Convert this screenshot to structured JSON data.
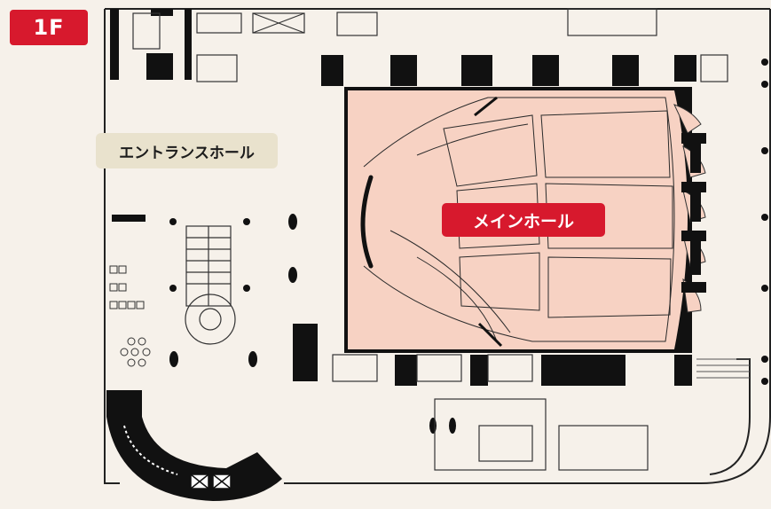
{
  "floor": {
    "label": "1F"
  },
  "rooms": {
    "entrance_hall": "エントランスホール",
    "main_hall": "メインホール"
  },
  "colors": {
    "accent": "#d7192d",
    "background": "#f6f1ea",
    "hall_fill": "#f7d2c3",
    "label_beige": "#e9e2cd",
    "wall": "#111111"
  }
}
